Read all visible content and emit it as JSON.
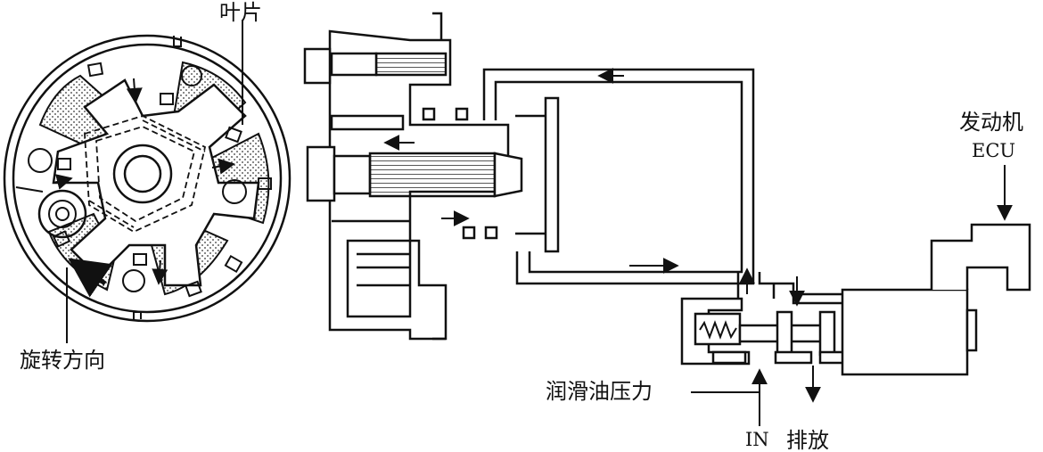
{
  "labels": {
    "blades": "叶片",
    "rotation_direction": "旋转方向",
    "engine": "发动机",
    "ecu": "ECU",
    "oil_pressure": "润滑油压力",
    "in": "IN",
    "drain": "排放"
  },
  "colors": {
    "line": "#111111",
    "background": "#ffffff",
    "dots": "#333333"
  },
  "icons": {
    "flow_arrow": "arrow-icon",
    "direction_arrow": "rotation-arrow-icon",
    "spring": "spring-icon"
  }
}
